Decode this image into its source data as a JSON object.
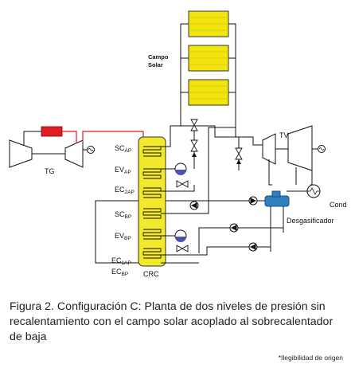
{
  "diagram": {
    "solar_field_label_line1": "Campo",
    "solar_field_label_line2": "Solar",
    "gas_turbine_label": "TG",
    "steam_turbine_label": "TV",
    "condenser_label": "Cond",
    "deaerator_label": "Desgasificador",
    "hrsg_label": "CRC",
    "hrsg_sections": [
      {
        "main": "SC",
        "sub": "AP"
      },
      {
        "main": "EV",
        "sub": "AP"
      },
      {
        "main": "EC",
        "sub": "2AP"
      },
      {
        "main": "SC",
        "sub": "BP"
      },
      {
        "main": "EV",
        "sub": "BP"
      },
      {
        "main": "EC",
        "sub": "1AP"
      },
      {
        "main": "EC",
        "sub": "BP"
      }
    ]
  },
  "caption": "Figura 2. Configuración C: Planta de dos niveles de presión sin recalentamiento con el campo solar acoplado al sobrecalentador de baja",
  "note": "*Ilegibilidad de origen",
  "colors": {
    "collector": "#f2e40f",
    "hrsg_fill": "#f1e92a",
    "combustor": "#e11b22",
    "hot_gas_line": "#e11b22",
    "deaerator": "#2f7fc1",
    "drum_water": "#4f4fb0"
  }
}
